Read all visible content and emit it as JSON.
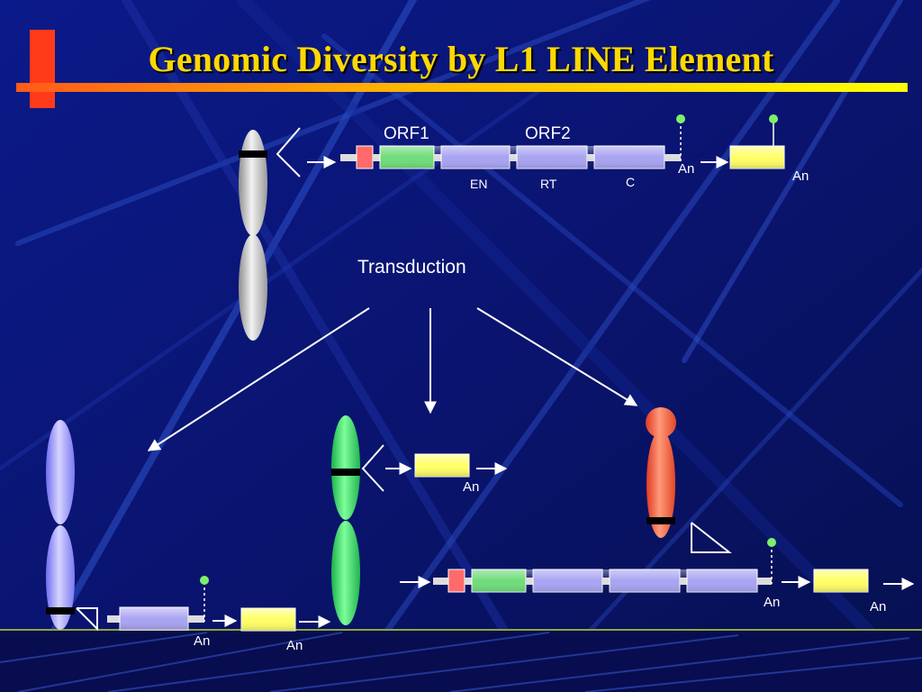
{
  "slide": {
    "title": "Genomic Diversity by L1 LINE Element",
    "label_transduction": "Transduction",
    "label_orf1": "ORF1",
    "label_orf2": "ORF2",
    "label_en": "EN",
    "label_rt": "RT",
    "label_c": "C",
    "label_an": "An"
  },
  "colors": {
    "background": "#0a1478",
    "title": "#ffd800",
    "accent_bar": "#ff3b1a",
    "orf1": "#6fdc7a",
    "orf2": "#a9a4f2",
    "promoter": "#ff6a6a",
    "transduced": "#ffff66",
    "chrom_gray": "#d0d0d0",
    "chrom_lavender": "#a8a6ff",
    "chrom_green": "#3ee07a",
    "chrom_orange": "#ff6a3a",
    "polya_dot": "#7df06a"
  }
}
